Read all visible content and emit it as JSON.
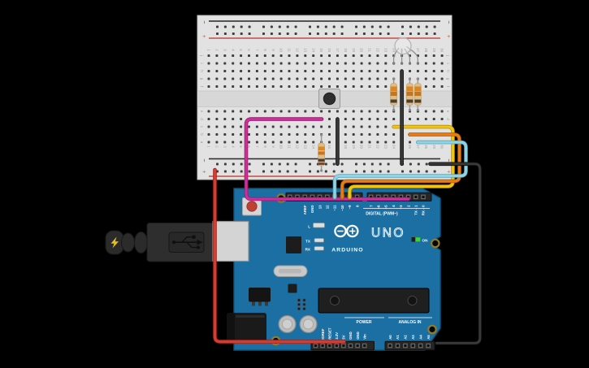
{
  "scene": {
    "background": "#000000"
  },
  "breadboard": {
    "column_numbers": [
      "1",
      "2",
      "3",
      "4",
      "5",
      "6",
      "7",
      "8",
      "9",
      "10",
      "11",
      "12",
      "13",
      "14",
      "15",
      "16",
      "17",
      "18",
      "19",
      "20",
      "21",
      "22",
      "23",
      "24",
      "25",
      "26",
      "27",
      "28",
      "29",
      "30"
    ],
    "row_letters_top": [
      "j",
      "i",
      "h",
      "g",
      "f"
    ],
    "row_letters_bottom": [
      "e",
      "d",
      "c",
      "b",
      "a"
    ],
    "rail_minus": "−",
    "rail_plus": "+",
    "colors": {
      "body": "#e2e2e2",
      "channel": "#d7d7d7",
      "hole": "#3e3e3e",
      "rail_red": "#c4564e",
      "rail_black": "#303030",
      "label": "#999999"
    }
  },
  "arduino": {
    "brand": "ARDUINO",
    "model": "UNO",
    "digital_caption": "DIGITAL (PWM~)",
    "power_caption": "POWER",
    "analog_caption": "ANALOG IN",
    "on_led_label": "ON",
    "led_labels": {
      "l": "L",
      "tx": "TX",
      "rx": "RX"
    },
    "digital_pins_left": [
      "AREF",
      "GND",
      "13",
      "12",
      "~11",
      "~10",
      "~9",
      "8"
    ],
    "digital_pins_right": [
      "7",
      "~6",
      "~5",
      "4",
      "~3",
      "2",
      "TX→1",
      "RX←0"
    ],
    "power_pins": [
      "IOREF",
      "RESET",
      "3.3V",
      "5V",
      "GND",
      "GND",
      "Vin"
    ],
    "analog_pins": [
      "A0",
      "A1",
      "A2",
      "A3",
      "A4",
      "A5"
    ],
    "colors": {
      "board": "#1b6fa2",
      "board_edge": "#0d5580",
      "header": "#262626",
      "silk": "#ffffff",
      "on_led": "#3ecf44",
      "reset_cap": "#bf4135"
    }
  },
  "components": {
    "pushbutton": {
      "name": "pushbutton"
    },
    "rgb_led": {
      "name": "rgb-led"
    },
    "resistors": {
      "band_colors": [
        "#df851e",
        "#c9731a",
        "#4f3d2c",
        "#7a4a2a"
      ],
      "body_color": "#ddbe8a"
    }
  },
  "wires": [
    {
      "id": "wire-button-signal-magenta",
      "color": "#d02c9c",
      "outline": "#8f1f6a",
      "from": "breadboard d15",
      "to": "digital pin 2"
    },
    {
      "id": "wire-yellow",
      "color": "#f2c40f",
      "outline": "#b8930a",
      "from": "breadboard c24",
      "to": "digital pin ~9"
    },
    {
      "id": "wire-orange",
      "color": "#e87d17",
      "outline": "#a85a0e",
      "from": "breadboard b26",
      "to": "digital pin ~10"
    },
    {
      "id": "wire-cyan",
      "color": "#8ed4e4",
      "outline": "#5da4b8",
      "from": "breadboard a27",
      "to": "digital pin ~11"
    },
    {
      "id": "wire-button-gnd-black",
      "color": "#383838",
      "outline": "#0a0a0a",
      "from": "breadboard d17",
      "to": "breadboard − rail"
    },
    {
      "id": "wire-led-gnd-black",
      "color": "#383838",
      "outline": "#0a0a0a",
      "from": "breadboard h25",
      "to": "breadboard − rail"
    },
    {
      "id": "wire-gnd-black-right",
      "color": "#383838",
      "outline": "#0a0a0a",
      "from": "breadboard − rail",
      "to": "arduino GND"
    },
    {
      "id": "wire-power-red",
      "color": "#da3b30",
      "outline": "#9c271e",
      "from": "breadboard + rail",
      "to": "arduino 5V"
    }
  ]
}
